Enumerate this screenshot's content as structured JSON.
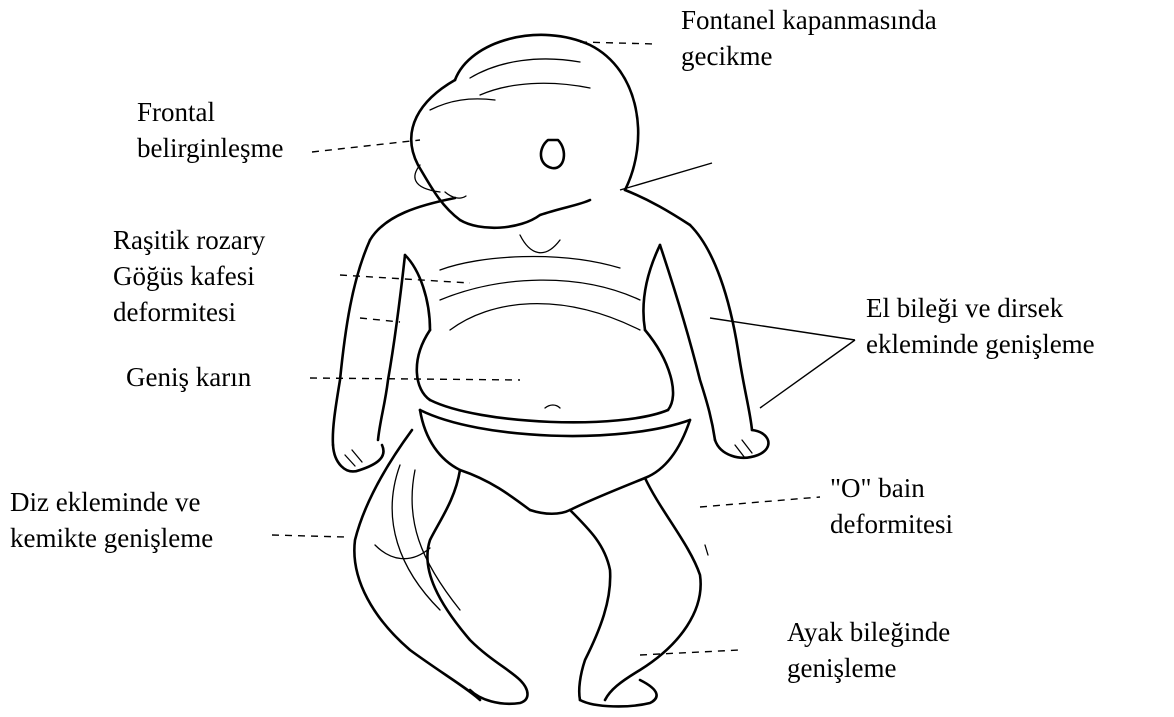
{
  "labels": {
    "fontanel": [
      "Fontanel kapanmasında",
      "gecikme"
    ],
    "frontal": [
      "Frontal",
      "belirginleşme"
    ],
    "rosary": [
      "Raşitik rozary",
      "Göğüs kafesi",
      "deformitesi"
    ],
    "abdomen": [
      "Geniş karın"
    ],
    "wrist": [
      "El bileği ve dirsek",
      "ekleminde genişleme"
    ],
    "knee": [
      "Diz ekleminde  ve",
      "kemikte genişleme"
    ],
    "bowleg": [
      "\"O\" bain",
      "deformitesi"
    ],
    "ankle": [
      "Ayak bileğinde",
      "genişleme"
    ]
  }
}
